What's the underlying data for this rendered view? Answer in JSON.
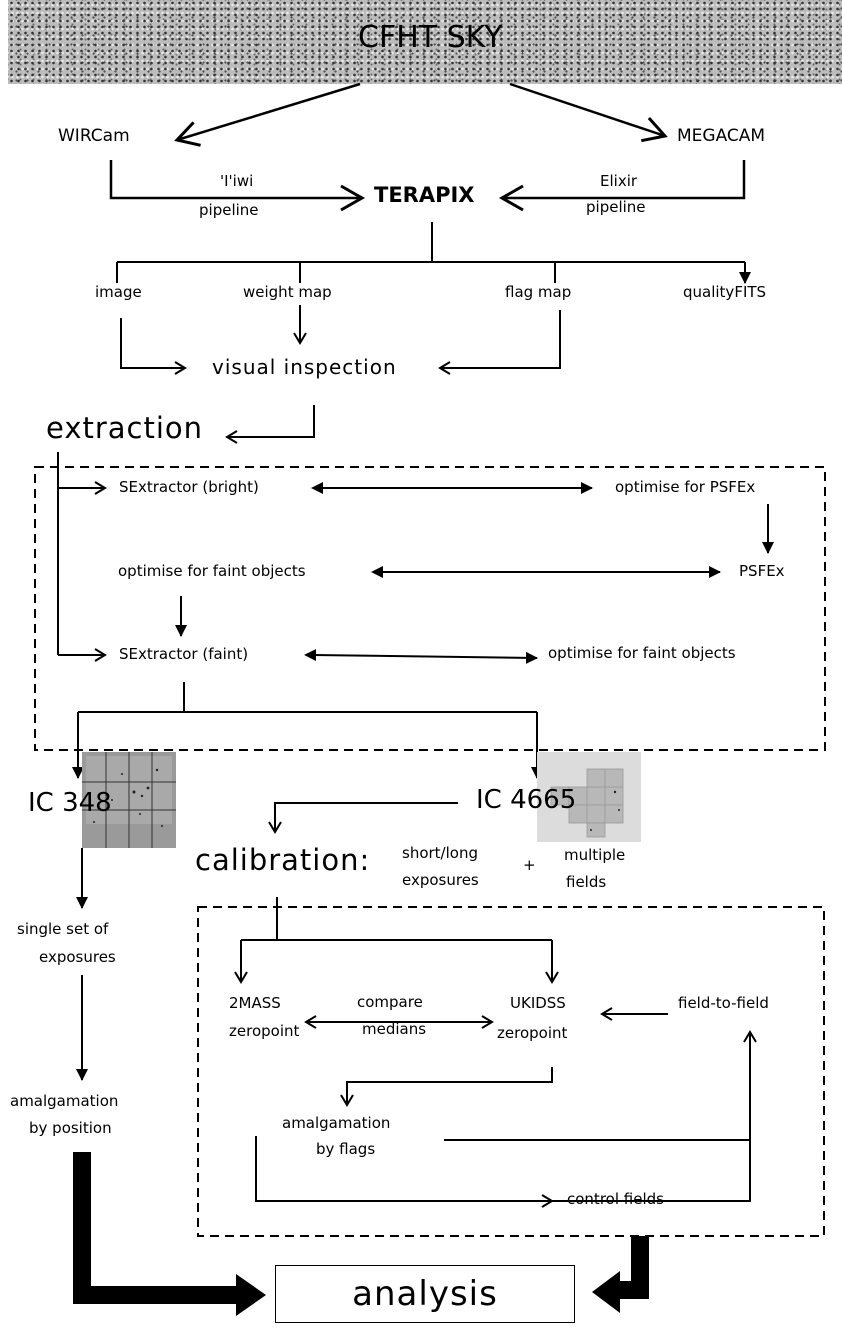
{
  "title": "CFHT SKY",
  "instruments": {
    "left": "WIRCam",
    "right": "MEGACAM"
  },
  "pipelines": {
    "left_name": "'I'iwi",
    "left_sub": "pipeline",
    "right_name": "Elixir",
    "right_sub": "pipeline"
  },
  "center": "TERAPIX",
  "products": [
    "image",
    "weight map",
    "flag map",
    "qualityFITS"
  ],
  "visual_inspection": "visual inspection",
  "extraction": "extraction",
  "extraction_box": {
    "sex_bright": "SExtractor (bright)",
    "optimise_psfex": "optimise for PSFEx",
    "optimise_faint_1": "optimise for faint objects",
    "psfex": "PSFEx",
    "sex_faint": "SExtractor (faint)",
    "optimise_faint_2": "optimise for faint objects"
  },
  "clusters": {
    "left": "IC 348",
    "right": "IC 4665"
  },
  "left_branch": {
    "single_set_1": "single set of",
    "single_set_2": "exposures",
    "amalg_1": "amalgamation",
    "amalg_2": "by position"
  },
  "calibration": {
    "title": "calibration:",
    "short_long_1": "short/long",
    "short_long_2": "exposures",
    "plus": "+",
    "multiple_1": "multiple",
    "multiple_2": "fields"
  },
  "calib_box": {
    "twomass_1": "2MASS",
    "twomass_2": "zeropoint",
    "compare_1": "compare",
    "compare_2": "medians",
    "ukidss_1": "UKIDSS",
    "ukidss_2": "zeropoint",
    "field_to_field": "field-to-field",
    "amalg_flags_1": "amalgamation",
    "amalg_flags_2": "by flags",
    "control_fields": "control fields"
  },
  "analysis": "analysis"
}
